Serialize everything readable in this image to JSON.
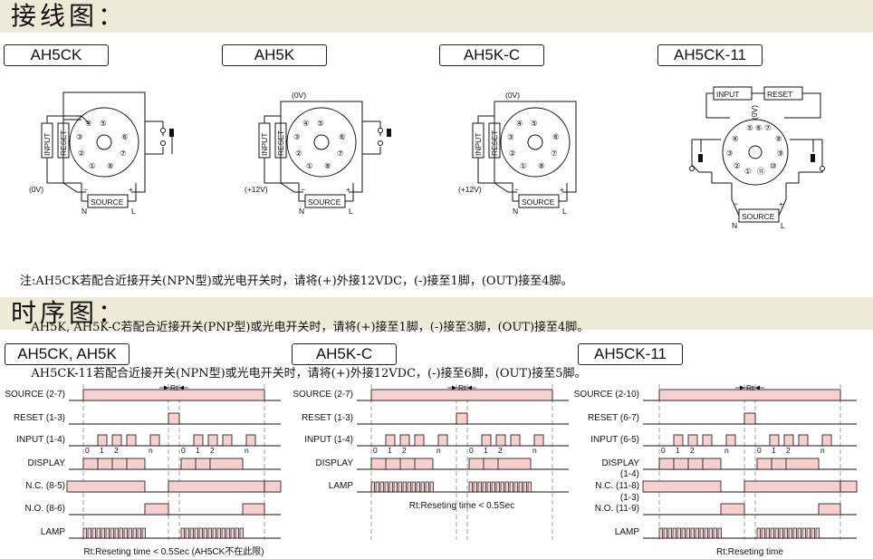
{
  "sections": {
    "wiring_title": "接线图：",
    "timing_title": "时序图："
  },
  "wiring": [
    {
      "model": "AH5CK",
      "input": "INPUT",
      "reset": "RESET",
      "supply": "(0V)",
      "source": "SOURCE",
      "n": "N",
      "l": "L",
      "minus": "−",
      "plus": "+"
    },
    {
      "model": "AH5K",
      "input": "INPUT",
      "reset": "RESET",
      "top": "(0V)",
      "supply": "(+12V)",
      "source": "SOURCE",
      "n": "N",
      "l": "L",
      "minus": "−",
      "plus": "+"
    },
    {
      "model": "AH5K-C",
      "input": "INPUT",
      "reset": "RESET",
      "top": "(0V)",
      "supply": "(+12V)",
      "source": "SOURCE",
      "n": "N",
      "l": "L",
      "minus": "−",
      "plus": "+"
    },
    {
      "model": "AH5CK-11",
      "input": "INPUT",
      "reset": "RESET",
      "top": "(0V)",
      "source": "SOURCE",
      "n": "N",
      "l": "L",
      "minus": "−",
      "plus": "+"
    }
  ],
  "notes": [
    "注:AH5CK若配合近接开关(NPN型)或光电开关时，请将(+)外接12VDC，(-)接至1脚，(OUT)接至4脚。",
    "   AH5K, AH5K-C若配合近接开关(PNP型)或光电开关时，请将(+)接至1脚，(-)接至3脚，(OUT)接至4脚。",
    "   AH5CK-11若配合近接开关(NPN型)或光电开关时，请将(+)外接12VDC，(-)接至6脚，(OUT)接至5脚。"
  ],
  "timing": [
    {
      "model": "AH5CK, AH5K",
      "signals": [
        "SOURCE (2-7)",
        "RESET (1-3)",
        "INPUT (1-4)",
        "DISPLAY",
        "N.C. (8-5)",
        "N.O. (8-6)",
        "LAMP"
      ],
      "counts": [
        "0",
        "1",
        "2",
        "n"
      ],
      "rt": "Rt",
      "caption": "Rt:Reseting time < 0.5Sec (AH5CK不在此限)"
    },
    {
      "model": "AH5K-C",
      "signals": [
        "SOURCE (2-7)",
        "RESET (1-3)",
        "INPUT (1-4)",
        "DISPLAY",
        "LAMP"
      ],
      "counts": [
        "0",
        "1",
        "2",
        "n"
      ],
      "rt": "Rt",
      "caption": "Rt:Reseting time < 0.5Sec"
    },
    {
      "model": "AH5CK-11",
      "signals": [
        "SOURCE (2-10)",
        "RESET (6-7)",
        "INPUT (6-5)",
        "DISPLAY",
        "(1-4)",
        "N.C. (11-8)",
        "(1-3)",
        "N.O. (11-9)",
        "LAMP"
      ],
      "counts": [
        "0",
        "1",
        "2",
        "n"
      ],
      "rt": "Rt",
      "caption": "Rt:Reseting time"
    }
  ],
  "colors": {
    "band": "#ecebd8",
    "pulse": "#f7cfcf",
    "line": "#111111"
  }
}
